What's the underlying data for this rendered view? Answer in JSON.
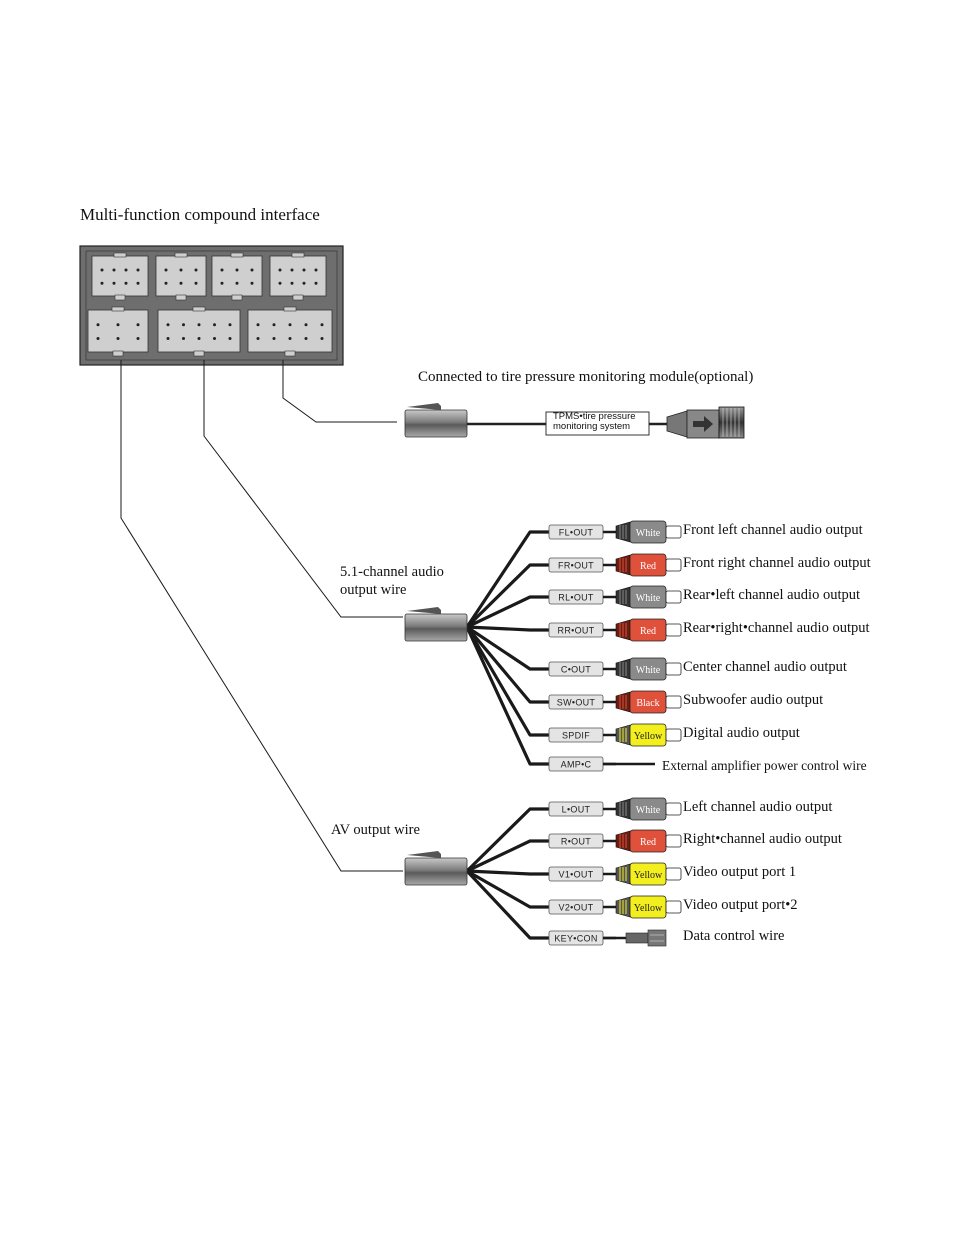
{
  "title": "Multi-function compound interface",
  "tpms": {
    "heading": "Connected to tire pressure monitoring module(optional)",
    "tag_line1": "TPMS•tire pressure",
    "tag_line2": "monitoring system"
  },
  "audio_wire": {
    "label_line1": "5.1-channel audio",
    "label_line2": "output wire",
    "ports": [
      {
        "tag": "FL•OUT",
        "plug": "White",
        "plug_color": "#8a8a8a",
        "label": "Front left channel audio output"
      },
      {
        "tag": "FR•OUT",
        "plug": "Red",
        "plug_color": "#e0513c",
        "label": "Front right channel audio output"
      },
      {
        "tag": "RL•OUT",
        "plug": "White",
        "plug_color": "#8a8a8a",
        "label": "Rear•left channel audio output"
      },
      {
        "tag": "RR•OUT",
        "plug": "Red",
        "plug_color": "#e0513c",
        "label": "Rear•right•channel audio output"
      },
      {
        "tag": "C•OUT",
        "plug": "White",
        "plug_color": "#8a8a8a",
        "label": "Center channel audio output"
      },
      {
        "tag": "SW•OUT",
        "plug": "Black",
        "plug_color": "#e0513c",
        "label": "Subwoofer audio output"
      },
      {
        "tag": "SPDIF",
        "plug": "Yellow",
        "plug_color": "#f3ee1e",
        "label": "Digital audio output"
      },
      {
        "tag": "AMP•C",
        "plug": "",
        "plug_color": "",
        "label": "External amplifier power control wire"
      }
    ]
  },
  "av_wire": {
    "label": "AV output wire",
    "ports": [
      {
        "tag": "L•OUT",
        "plug": "White",
        "plug_color": "#8a8a8a",
        "label": "Left channel audio output"
      },
      {
        "tag": "R•OUT",
        "plug": "Red",
        "plug_color": "#e0513c",
        "label": "Right•channel audio output"
      },
      {
        "tag": "V1•OUT",
        "plug": "Yellow",
        "plug_color": "#f3ee1e",
        "label": "Video output port 1"
      },
      {
        "tag": "V2•OUT",
        "plug": "Yellow",
        "plug_color": "#f3ee1e",
        "label": "Video output port•2"
      },
      {
        "tag": "KEY•CON",
        "plug": "",
        "plug_color": "",
        "label": "Data control wire"
      }
    ]
  }
}
